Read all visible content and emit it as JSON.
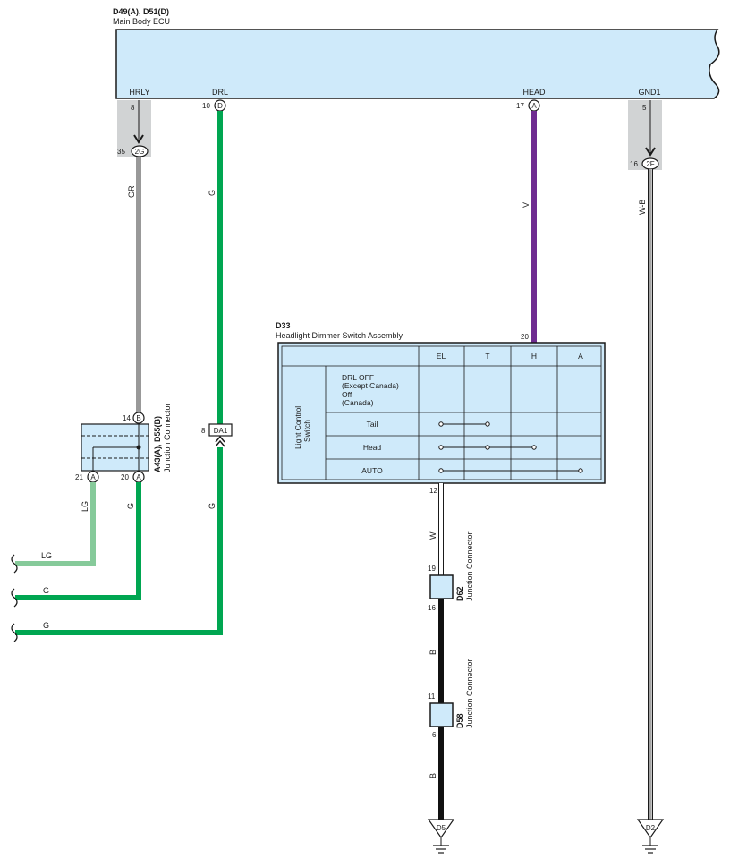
{
  "ecu": {
    "code": "D49(A), D51(D)",
    "name": "Main Body ECU",
    "terminals": {
      "hrly": {
        "label": "HRLY",
        "pin": "8"
      },
      "drl": {
        "label": "DRL",
        "pin": "10",
        "conn": "D"
      },
      "head": {
        "label": "HEAD",
        "pin": "17",
        "conn": "A"
      },
      "gnd1": {
        "label": "GND1",
        "pin": "5"
      }
    }
  },
  "connectors": {
    "c2g": {
      "id": "2G",
      "pin": "35"
    },
    "c2f": {
      "id": "2F",
      "pin": "16"
    },
    "da1": {
      "id": "DA1",
      "pin": "8"
    }
  },
  "wires": {
    "hrly": {
      "color_code": "GR",
      "hex": "#999999"
    },
    "drl": {
      "color_code": "G",
      "hex": "#00a651"
    },
    "head": {
      "color_code": "V",
      "hex": "#6f2c91"
    },
    "gnd": {
      "color_code": "W-B",
      "hex": "#ffffff"
    },
    "lg": {
      "color_code": "LG",
      "hex": "#86ca9a"
    },
    "g_lower": {
      "color_code": "G"
    },
    "g_da1": {
      "color_code": "G"
    },
    "w": {
      "color_code": "W"
    },
    "b1": {
      "color_code": "B",
      "hex": "#111111"
    },
    "b2": {
      "color_code": "B"
    }
  },
  "junction_a43": {
    "code": "A43(A), D55(B)",
    "name": "Junction Connector",
    "top_pin": "14",
    "top_conn": "B",
    "left_pin": "21",
    "left_conn": "A",
    "right_pin": "20",
    "right_conn": "A"
  },
  "switch": {
    "code": "D33",
    "name": "Headlight Dimmer Switch Assembly",
    "pin_top": "20",
    "pin_bottom": "12",
    "side_label_1": "Light Control",
    "side_label_2": "Switch",
    "columns": [
      "EL",
      "T",
      "H",
      "A"
    ],
    "rows": [
      {
        "lines": [
          "DRL OFF",
          "(Except Canada)",
          "Off",
          "(Canada)"
        ]
      },
      {
        "lines": [
          "Tail"
        ]
      },
      {
        "lines": [
          "Head"
        ]
      },
      {
        "lines": [
          "AUTO"
        ]
      }
    ]
  },
  "junction_d62": {
    "code": "D62",
    "name": "Junction Connector",
    "pin_in": "19",
    "pin_out": "16"
  },
  "junction_d58": {
    "code": "D58",
    "name": "Junction Connector",
    "pin_in": "11",
    "pin_out": "6"
  },
  "grounds": {
    "d5": "D5",
    "d2": "D2"
  },
  "colors": {
    "ecu_fill": "#cfeafa",
    "connector_fill": "#d1d3d4",
    "line": "#1a1a1a"
  }
}
